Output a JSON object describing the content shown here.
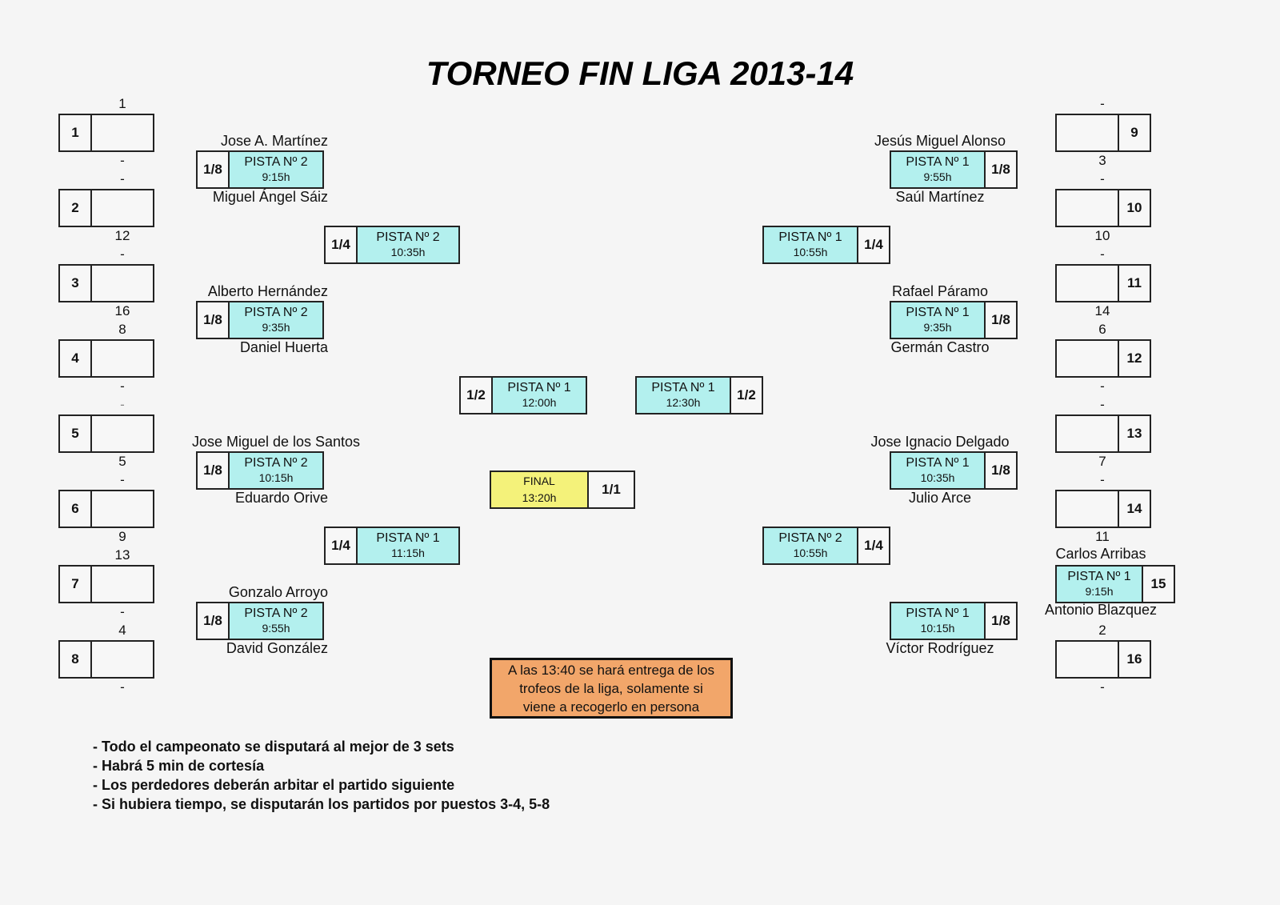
{
  "title": "TORNEO FIN LIGA 2013-14",
  "seeds_left": [
    "1",
    "2",
    "3",
    "4",
    "5",
    "6",
    "7",
    "8"
  ],
  "seeds_right": [
    "9",
    "10",
    "11",
    "12",
    "13",
    "14",
    "15",
    "16"
  ],
  "scores_left": [
    "1",
    "-",
    "-",
    "12",
    "-",
    "16",
    "8",
    "-",
    "-",
    "5",
    "-",
    "9",
    "13",
    "-",
    "4",
    "-"
  ],
  "scores_right": [
    "-",
    "3",
    "-",
    "10",
    "-",
    "14",
    "6",
    "-",
    "-",
    "7",
    "-",
    "11",
    "2",
    "-"
  ],
  "rounds": {
    "r8": "1/8",
    "r4": "1/4",
    "r2": "1/2",
    "r1": "1/1"
  },
  "pista1": "PISTA Nº  1",
  "pista2": "PISTA Nº  2",
  "final_label": "FINAL",
  "matches": {
    "l1": {
      "time": "9:15h",
      "top": "Jose A. Martínez",
      "bottom": "Miguel Ángel Sáiz"
    },
    "l2": {
      "time": "9:35h",
      "top": "Alberto Hernández",
      "bottom": "Daniel Huerta"
    },
    "l3": {
      "time": "10:15h",
      "top": "Jose Miguel de los Santos",
      "bottom": "Eduardo Orive"
    },
    "l4": {
      "time": "9:55h",
      "top": "Gonzalo Arroyo",
      "bottom": "David González"
    },
    "r1": {
      "time": "9:55h",
      "top": "Jesús Miguel Alonso",
      "bottom": "Saúl Martínez"
    },
    "r2": {
      "time": "9:35h",
      "top": "Rafael Páramo",
      "bottom": "Germán Castro"
    },
    "r3": {
      "time": "10:35h",
      "top": "Jose Ignacio Delgado",
      "bottom": "Julio Arce"
    },
    "r4": {
      "time": "10:15h",
      "bottom": "Víctor Rodríguez"
    },
    "r15": {
      "time": "9:15h",
      "top": "Carlos Arribas",
      "bottom": "Antonio Blazquez"
    },
    "ql1": {
      "time": "10:35h"
    },
    "ql2": {
      "time": "11:15h"
    },
    "qr1": {
      "time": "10:55h"
    },
    "qr2": {
      "time": "10:55h"
    },
    "sl": {
      "time": "12:00h"
    },
    "sr": {
      "time": "12:30h"
    },
    "final": {
      "time": "13:20h"
    }
  },
  "notice": [
    "A las 13:40 se hará entrega de los",
    "trofeos de la liga, solamente si",
    "viene a recogerlo en persona"
  ],
  "rules": [
    "- Todo el campeonato se disputará al mejor de 3 sets",
    "- Habrá 5 min de cortesía",
    "- Los perdedores deberán arbitar el partido siguiente",
    "- Si hubiera tiempo, se disputarán los partidos por puestos 3-4, 5-8"
  ]
}
